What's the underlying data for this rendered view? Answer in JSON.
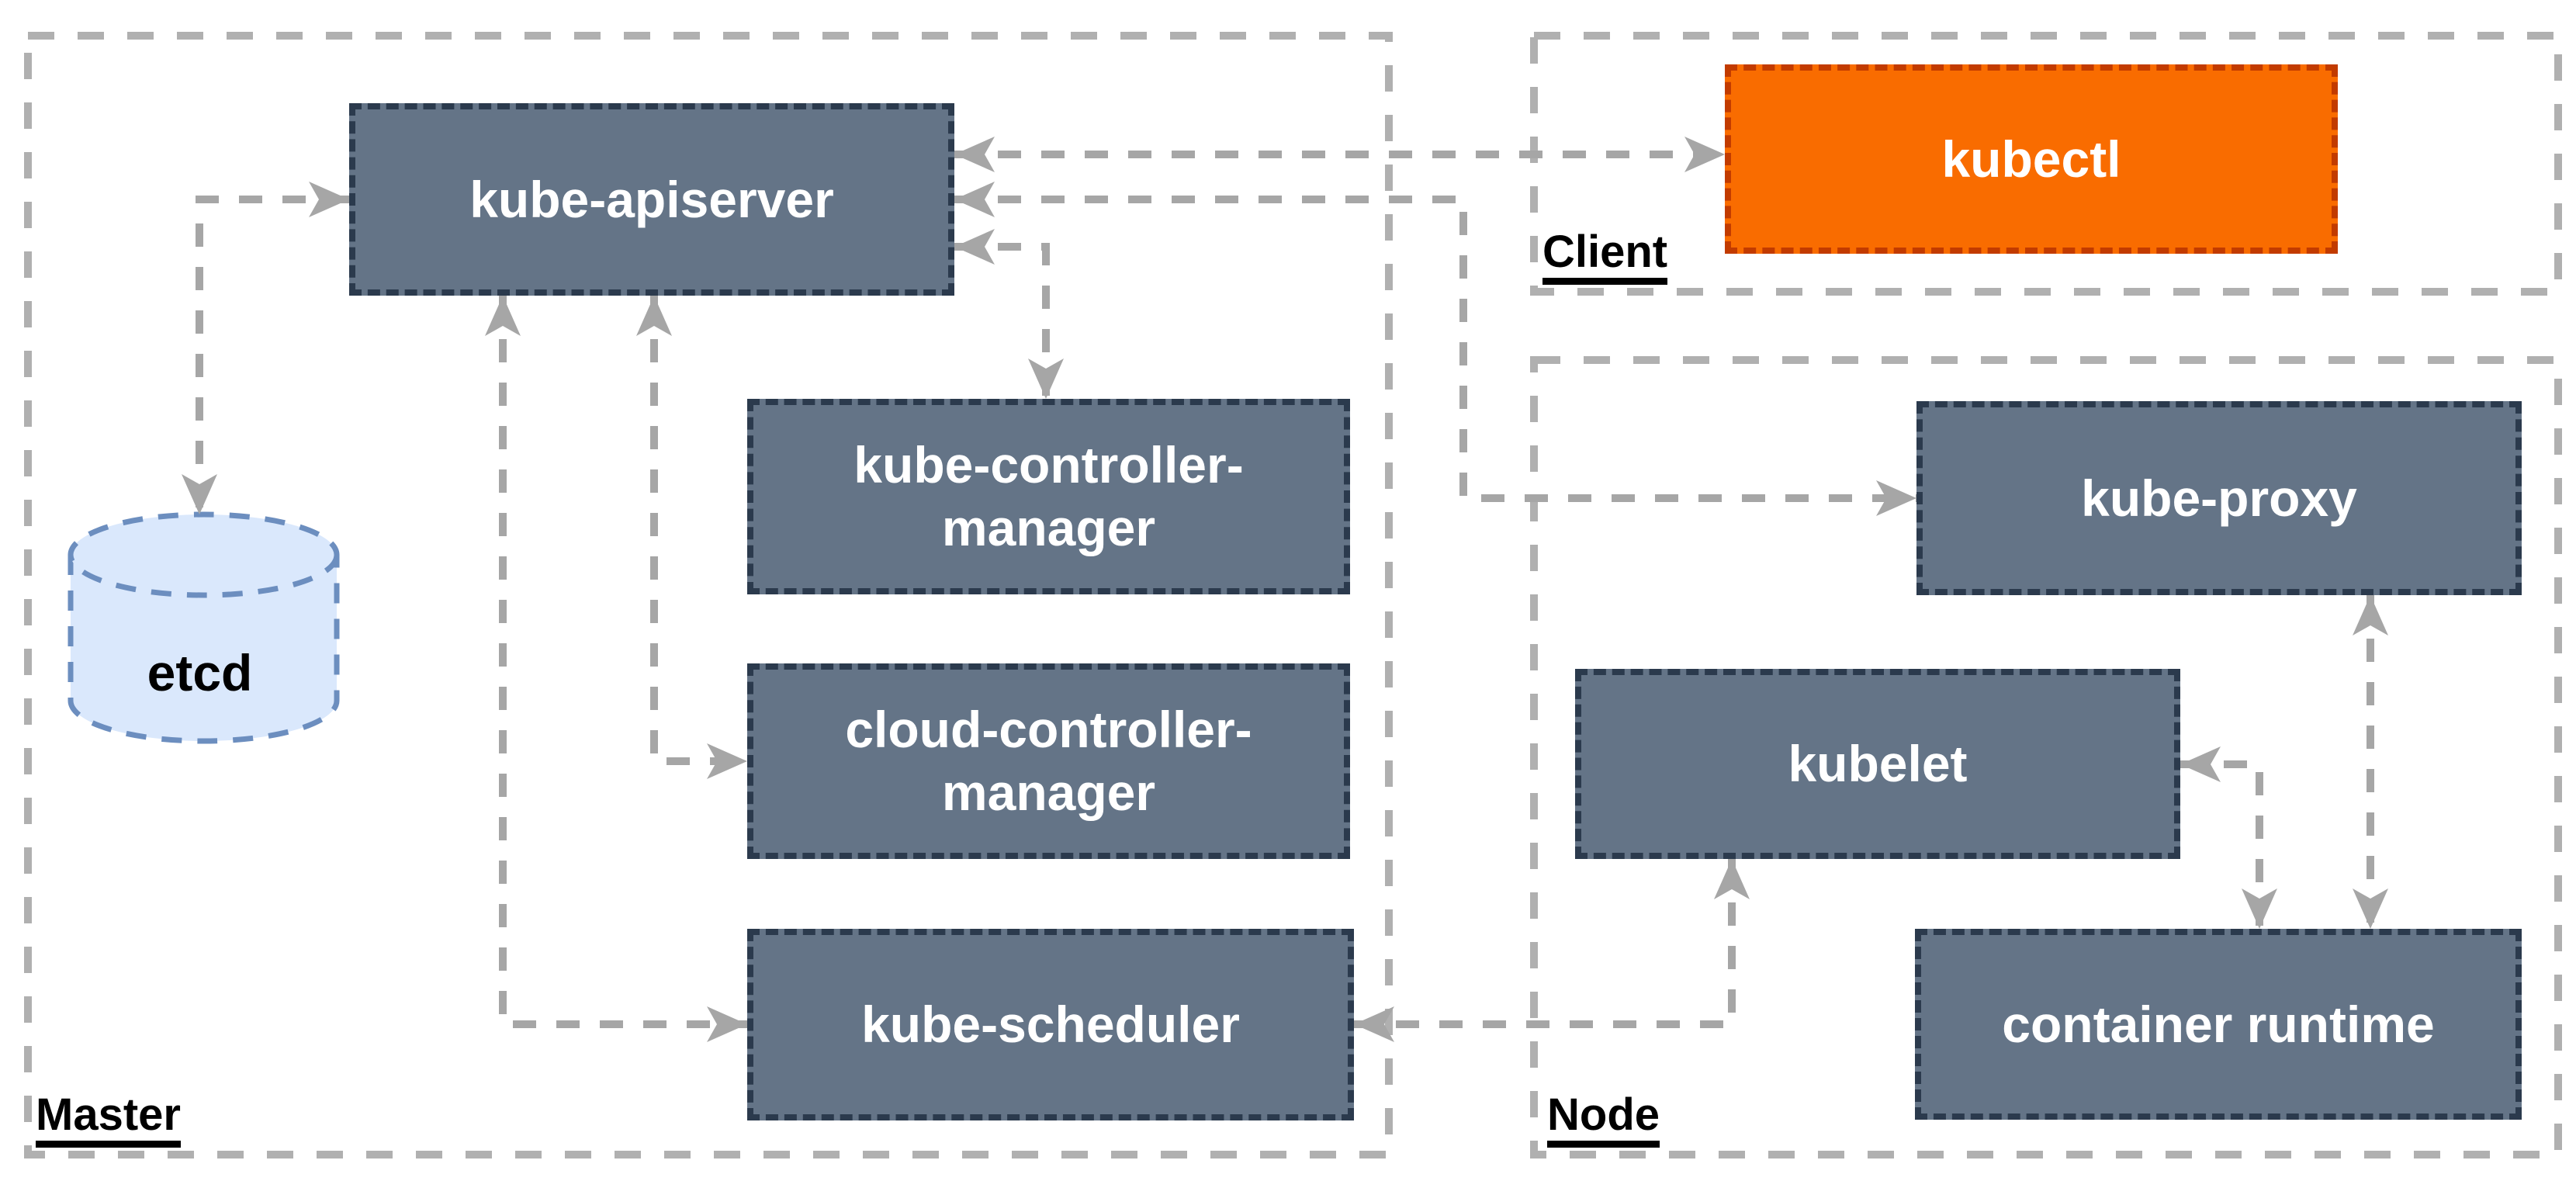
{
  "diagram": {
    "description": "Kubernetes cluster architecture diagram",
    "groups": {
      "master": {
        "label": "Master"
      },
      "client": {
        "label": "Client"
      },
      "node": {
        "label": "Node"
      }
    },
    "nodes": {
      "kube_apiserver": {
        "label": "kube-apiserver",
        "group": "Master",
        "type": "component"
      },
      "etcd": {
        "label": "etcd",
        "group": "Master",
        "type": "database-cylinder"
      },
      "kube_controller_manager": {
        "label": "kube-controller-\nmanager",
        "group": "Master",
        "type": "component"
      },
      "cloud_controller_manager": {
        "label": "cloud-controller-\nmanager",
        "group": "Master",
        "type": "component"
      },
      "kube_scheduler": {
        "label": "kube-scheduler",
        "group": "Master",
        "type": "component"
      },
      "kubectl": {
        "label": "kubectl",
        "group": "Client",
        "type": "component-highlight"
      },
      "kube_proxy": {
        "label": "kube-proxy",
        "group": "Node",
        "type": "component"
      },
      "kubelet": {
        "label": "kubelet",
        "group": "Node",
        "type": "component"
      },
      "container_runtime": {
        "label": "container runtime",
        "group": "Node",
        "type": "component"
      }
    },
    "edges": [
      {
        "from": "kube-apiserver",
        "to": "etcd",
        "style": "dashed",
        "bidirectional": true
      },
      {
        "from": "kube-apiserver",
        "to": "kubectl",
        "style": "dashed",
        "bidirectional": true
      },
      {
        "from": "kube-apiserver",
        "to": "kube-proxy",
        "style": "dashed",
        "bidirectional": true
      },
      {
        "from": "kube-apiserver",
        "to": "kube-controller-manager",
        "style": "dashed",
        "bidirectional": true
      },
      {
        "from": "kube-apiserver",
        "to": "cloud-controller-manager",
        "style": "dashed",
        "bidirectional": true
      },
      {
        "from": "kube-apiserver",
        "to": "kube-scheduler",
        "style": "dashed",
        "bidirectional": true
      },
      {
        "from": "kubelet",
        "to": "kube-scheduler",
        "style": "dashed",
        "bidirectional": true
      },
      {
        "from": "kubelet",
        "to": "container runtime",
        "style": "dashed",
        "bidirectional": true
      },
      {
        "from": "kube-proxy",
        "to": "container runtime",
        "style": "dashed",
        "bidirectional": true
      }
    ],
    "colors": {
      "component_fill": "#647487",
      "component_border": "#2b3a4d",
      "component_text": "#ffffff",
      "highlight_fill": "#f96c00",
      "highlight_border": "#c23b00",
      "database_fill": "#dae8fc",
      "database_border": "#6c8ebf",
      "connector": "#a6a6a6",
      "group_border": "#b0b0b0",
      "label_text": "#000000",
      "background": "#ffffff"
    }
  }
}
